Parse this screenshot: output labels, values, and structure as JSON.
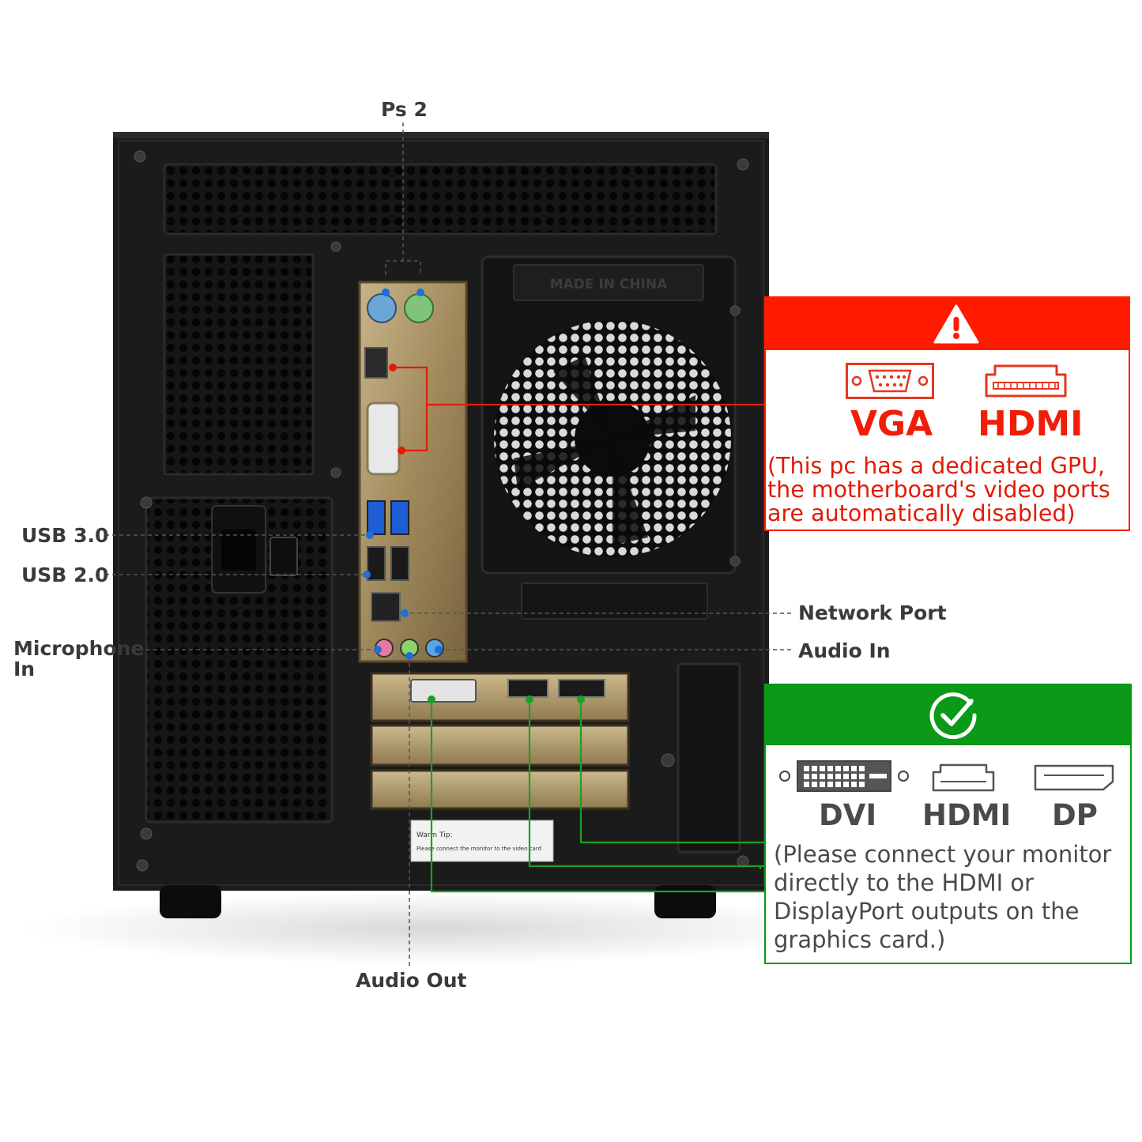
{
  "labels": {
    "ps2": "Ps 2",
    "usb3": "USB 3.0",
    "usb2": "USB 2.0",
    "microphone_line1": "Microphone",
    "microphone_line2": "In",
    "network": "Network Port",
    "audio_in": "Audio In",
    "audio_out": "Audio Out"
  },
  "case_text": {
    "made_in": "MADE IN CHINA",
    "warm_tip_title": "Warm Tip:",
    "warm_tip_body": "Please connect the monitor to the video card"
  },
  "warning_panel": {
    "ports": [
      "VGA",
      "HDMI"
    ],
    "note_line1": "(This pc has a dedicated GPU,",
    "note_line2": "the motherboard's video ports",
    "note_line3": "are automatically disabled)",
    "header_color": "#ff1a00",
    "icon": "warning-triangle-icon"
  },
  "ok_panel": {
    "ports": [
      "DVI",
      "HDMI",
      "DP"
    ],
    "note_line1": "(Please connect your monitor",
    "note_line2": "directly to the HDMI or",
    "note_line3": "DisplayPort outputs on the",
    "note_line4": "graphics card.)",
    "header_color": "#0a9a17",
    "icon": "checkmark-circle-icon"
  }
}
